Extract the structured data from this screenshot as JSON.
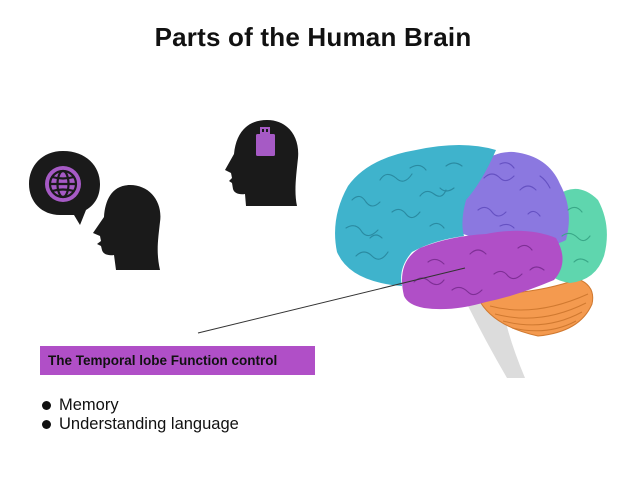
{
  "title": "Parts of the Human Brain",
  "label": "The Temporal lobe Function control",
  "functions": [
    "Memory",
    "Understanding language"
  ],
  "icons": {
    "speaking_head": "speaking-head-icon",
    "speech_bubble": "globe-speech-bubble-icon",
    "thinking_head": "head-with-usb-icon",
    "brain": "brain-illustration"
  },
  "colors": {
    "frontal_lobe": "#3fb3cc",
    "parietal_lobe": "#8b78e0",
    "occipital_lobe": "#5fd6ae",
    "temporal_lobe": "#b04fc7",
    "cerebellum": "#f49a4f",
    "brain_stem": "#dcdcdc",
    "label_bg": "#b04fc7",
    "icon_dark": "#1a1a1a",
    "icon_accent": "#a65ac5"
  }
}
